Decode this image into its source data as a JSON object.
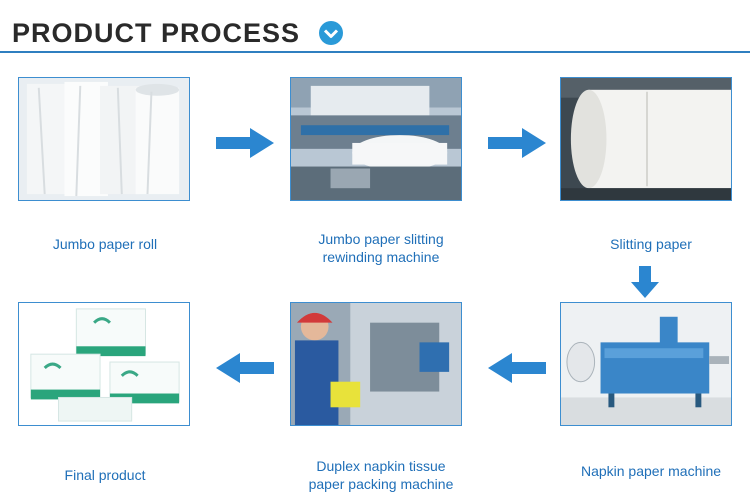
{
  "header": {
    "title": "PRODUCT PROCESS",
    "icon": "chevron-down-circle-icon",
    "accent_color": "#2f7fc0"
  },
  "steps": [
    {
      "caption_line1": "Jumbo paper roll",
      "caption_line2": ""
    },
    {
      "caption_line1": "Jumbo paper slitting",
      "caption_line2": "rewinding machine"
    },
    {
      "caption_line1": "Slitting paper",
      "caption_line2": ""
    },
    {
      "caption_line1": "Napkin paper machine",
      "caption_line2": ""
    },
    {
      "caption_line1": "Duplex napkin tissue",
      "caption_line2": "paper packing machine"
    },
    {
      "caption_line1": "Final product",
      "caption_line2": ""
    }
  ],
  "colors": {
    "caption": "#1f6fb8",
    "arrow": "#2b86d0",
    "frame": "#3d8ed0"
  }
}
